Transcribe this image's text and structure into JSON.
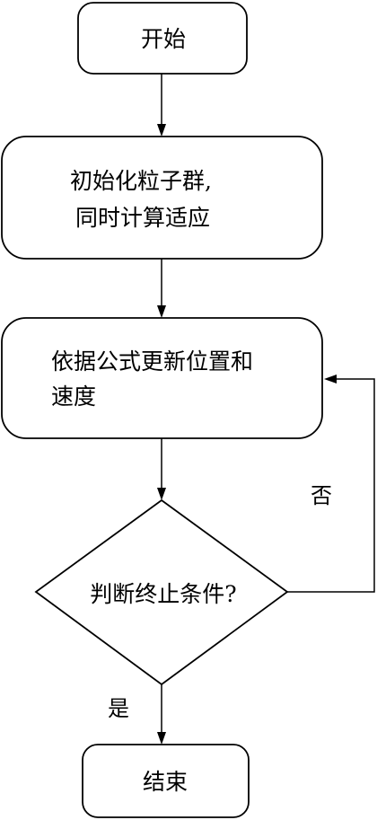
{
  "nodes": {
    "start": {
      "label": "开始"
    },
    "init": {
      "line1": "初始化粒子群,",
      "line2": "同时计算适应"
    },
    "update": {
      "line1": "依据公式更新位置和",
      "line2": "速度"
    },
    "decision": {
      "label": "判断终止条件?"
    },
    "end": {
      "label": "结束"
    }
  },
  "branches": {
    "no": "否",
    "yes": "是"
  },
  "colors": {
    "stroke": "#000000",
    "fill": "#ffffff",
    "text": "#000000"
  }
}
